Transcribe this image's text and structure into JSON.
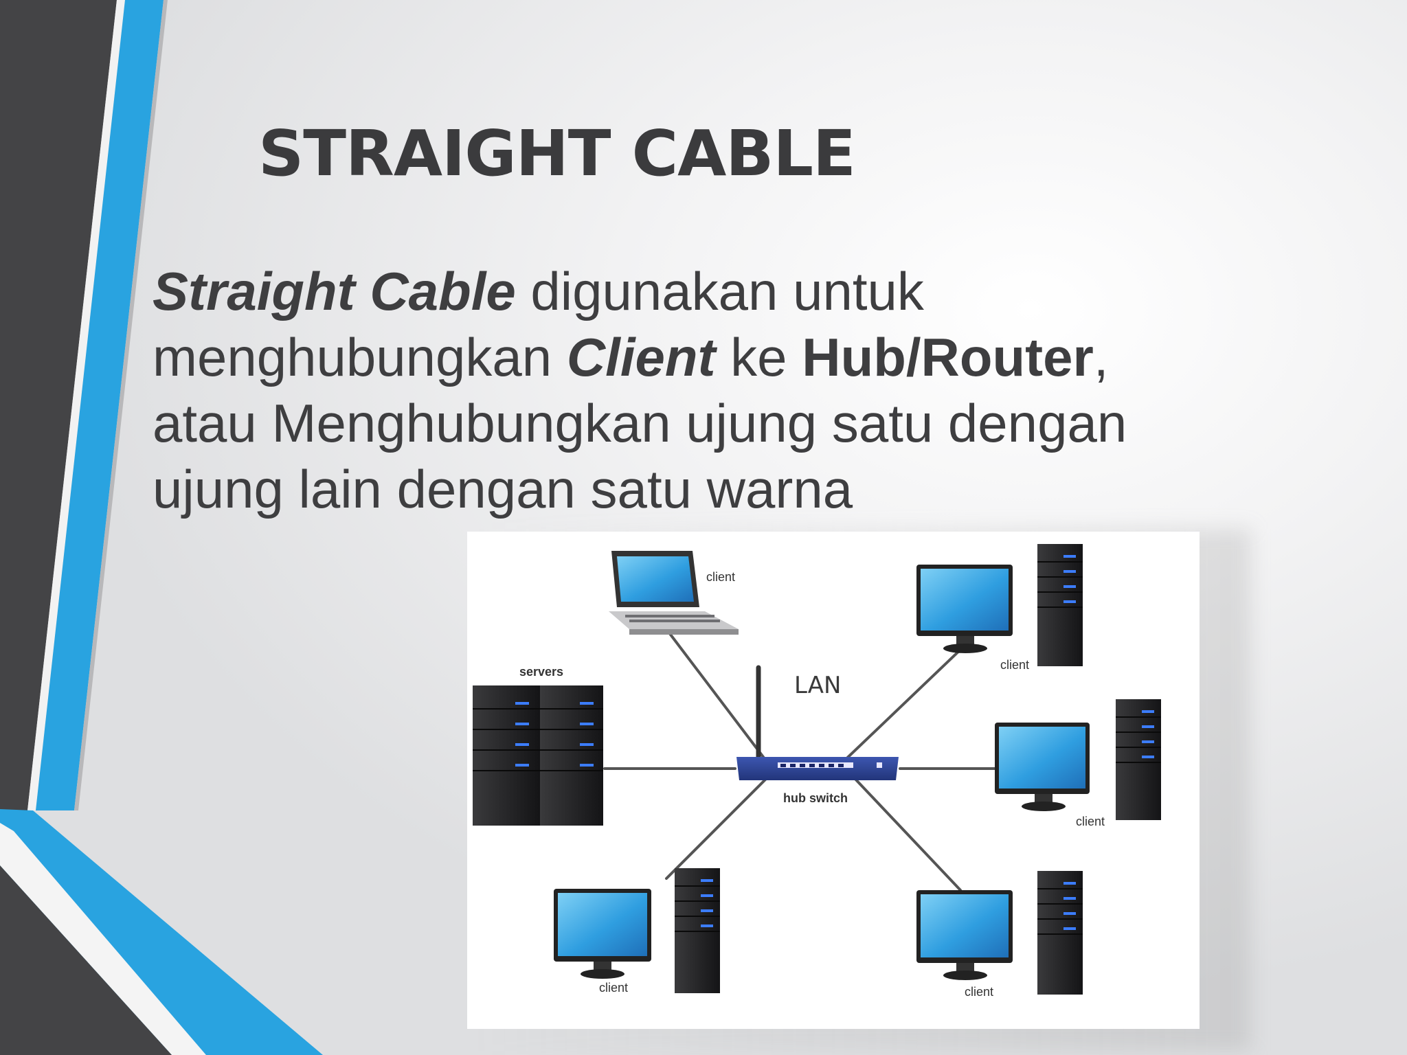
{
  "slide": {
    "title": "STRAIGHT CABLE",
    "body": {
      "term": "Straight Cable",
      "text1": " digunakan untuk menghubungkan ",
      "client": "Client",
      "text2": " ke ",
      "hub": "Hub/Router",
      "text3": ", atau Menghubungkan ujung satu dengan ujung lain dengan satu warna"
    }
  },
  "diagram": {
    "center_label": "LAN",
    "hub_label": "hub switch",
    "servers_label": "servers",
    "client_label": "client"
  },
  "colors": {
    "accent_blue": "#29a3e0",
    "dark_stripe": "#444446",
    "title_text": "#3b3b3d",
    "hub_blue": "#2a3f8f"
  }
}
